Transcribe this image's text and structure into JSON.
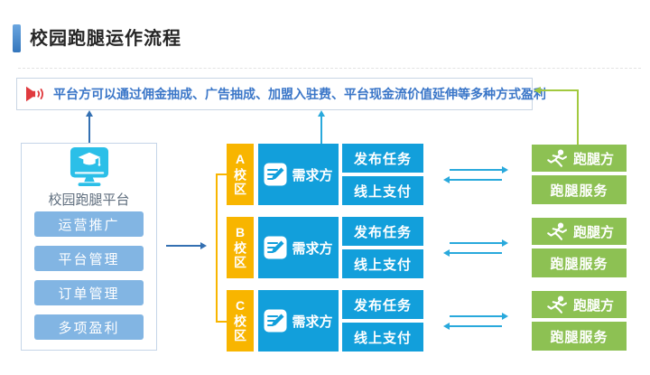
{
  "title": "校园跑腿运作流程",
  "banner": {
    "icon": "speaker-icon",
    "text": "平台方可以通过佣金抽成、广告抽成、加盟入驻费、平台现金流价值延伸等多种方式盈利"
  },
  "platform": {
    "icon": "graduation-monitor-icon",
    "label": "校园跑腿平台",
    "buttons": [
      {
        "label": "运营推广"
      },
      {
        "label": "平台管理"
      },
      {
        "label": "订单管理"
      },
      {
        "label": "多项盈利"
      }
    ]
  },
  "campuses": [
    {
      "label": "A校区",
      "demand_label": "需求方",
      "task_top": "发布任务",
      "task_bottom": "线上支付",
      "runner_label": "跑腿方",
      "service_label": "跑腿服务"
    },
    {
      "label": "B校区",
      "demand_label": "需求方",
      "task_top": "发布任务",
      "task_bottom": "线上支付",
      "runner_label": "跑腿方",
      "service_label": "跑腿服务"
    },
    {
      "label": "C校区",
      "demand_label": "需求方",
      "task_top": "发布任务",
      "task_bottom": "线上支付",
      "runner_label": "跑腿方",
      "service_label": "跑腿服务"
    }
  ],
  "colors": {
    "accent-blue": "#129FDB",
    "accent-yellow": "#F8B500",
    "accent-green": "#8DC153",
    "button-blue": "#82B5E3",
    "banner-text": "#3A76C8",
    "connector-green": "#A2C93F",
    "arrow-cyan": "#29A9DC",
    "arrow-blue": "#3470B2",
    "speaker-red": "#E03A3E",
    "monitor-cyan": "#2BBFE8",
    "title-bar-blue": "#3476BC"
  }
}
